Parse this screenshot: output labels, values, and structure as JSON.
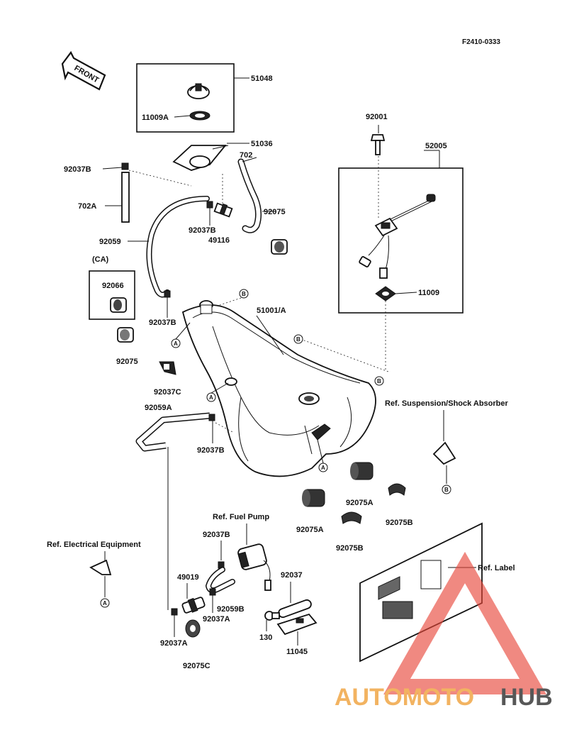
{
  "figure_id": "F2410-0333",
  "front_label": "FRONT",
  "labels": {
    "p51048": "51048",
    "p11009A": "11009A",
    "p51036": "51036",
    "p702": "702",
    "p92037B_1": "92037B",
    "p702A": "702A",
    "p92037B_2": "92037B",
    "p49116": "49116",
    "p92075_1": "92075",
    "p92059": "92059",
    "pCA": "(CA)",
    "p92066": "92066",
    "p92037B_3": "92037B",
    "p92075_2": "92075",
    "p51001A": "51001/A",
    "p92037C": "92037C",
    "p92059A": "92059A",
    "p92037B_4": "92037B",
    "p92001": "92001",
    "p52005": "52005",
    "p11009": "11009",
    "ref_susp": "Ref. Suspension/Shock Absorber",
    "p92075A_1": "92075A",
    "p92075A_2": "92075A",
    "p92075B_1": "92075B",
    "p92075B_2": "92075B",
    "ref_fuel": "Ref. Fuel Pump",
    "p92037B_5": "92037B",
    "ref_elec": "Ref. Electrical Equipment",
    "p49019": "49019",
    "p92059B": "92059B",
    "p92037A_1": "92037A",
    "p92037": "92037",
    "p130": "130",
    "p92037A_2": "92037A",
    "p11045": "11045",
    "p92075C": "92075C",
    "ref_label": "Ref. Label"
  },
  "ref_markers": {
    "A": "A",
    "B": "B"
  },
  "watermark": {
    "part1": "AUTOMOTO",
    "part2": "HUB",
    "color_orange": "#f0a646",
    "color_red": "#e8473a",
    "color_dark": "#3a3a3a"
  }
}
